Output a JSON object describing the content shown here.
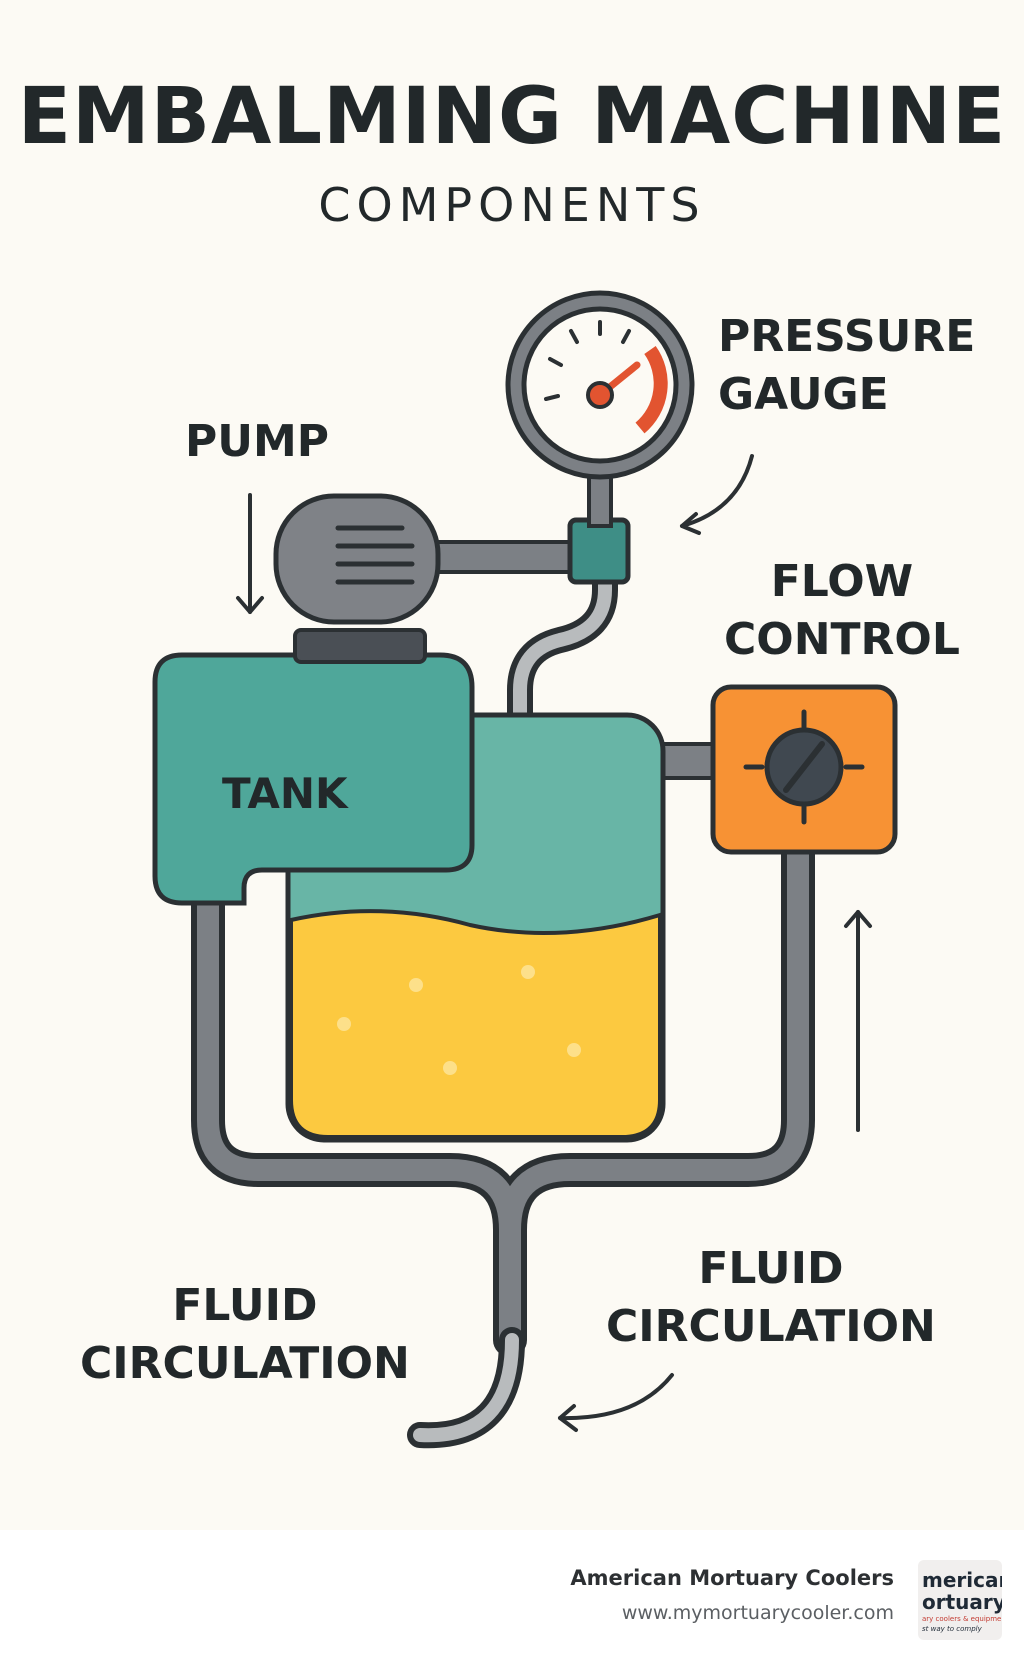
{
  "header": {
    "title": "EMBALMING MACHINE",
    "subtitle": "COMPONENTS"
  },
  "labels": {
    "pressure_gauge_line1": "PRESSURE",
    "pressure_gauge_line2": "GAUGE",
    "pump": "PUMP",
    "flow_control_line1": "FLOW",
    "flow_control_line2": "CONTROL",
    "tank": "TANK",
    "fluid_circulation_left_line1": "FLUID",
    "fluid_circulation_left_line2": "CIRCULATION",
    "fluid_circulation_right_line1": "FLUID",
    "fluid_circulation_right_line2": "CIRCULATION"
  },
  "footer": {
    "brand_name": "American Mortuary Coolers",
    "brand_url": "www.mymortuarycooler.com",
    "logo_line1": "merican",
    "logo_line2": "ortuary",
    "logo_line3": "ary coolers & equipment",
    "logo_line4": "st way to comply"
  },
  "colors": {
    "background": "#fcfaf4",
    "teal": "#4fa79a",
    "teal_light": "#68b5a6",
    "fluid_yellow": "#fcc940",
    "flow_orange": "#f79234",
    "pipe_gray": "#7c8085",
    "pump_gray": "#7f8287",
    "gauge_red": "#e25430",
    "outline": "#2b3033"
  },
  "icons": [
    "pressure-gauge-icon",
    "pump-motor-icon",
    "flow-control-knob-icon",
    "tank-icon",
    "arrow-icon"
  ]
}
